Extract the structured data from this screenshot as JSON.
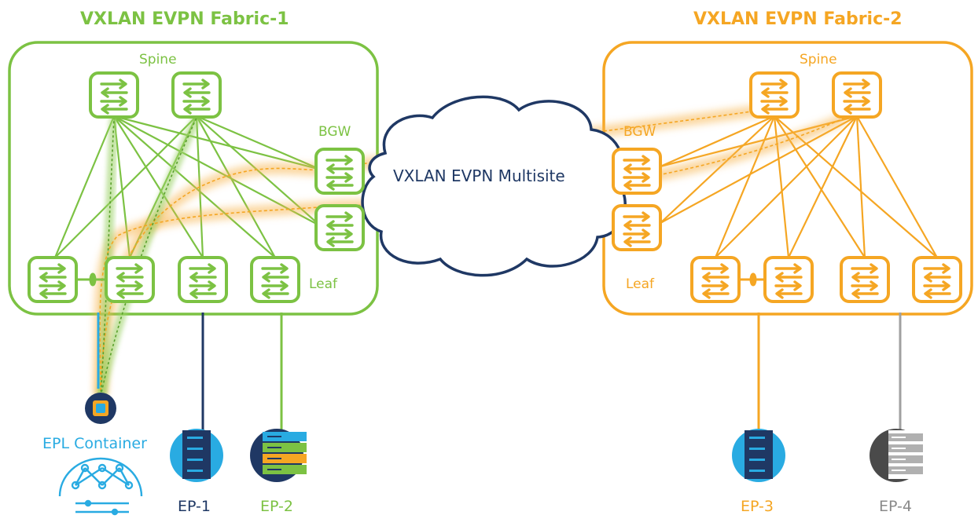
{
  "fabric1": {
    "title": "VXLAN EVPN Fabric-1",
    "spine_label": "Spine",
    "bgw_label": "BGW",
    "leaf_label": "Leaf",
    "color": "#7cc243"
  },
  "fabric2": {
    "title": "VXLAN EVPN Fabric-2",
    "spine_label": "Spine",
    "bgw_label": "BGW",
    "leaf_label": "Leaf",
    "color": "#f5a623"
  },
  "multisite": {
    "label": "VXLAN EVPN Multisite",
    "color": "#1f3864"
  },
  "container": {
    "label": "EPL Container",
    "color": "#29abe2"
  },
  "endpoints": [
    {
      "label": "EP-1",
      "color": "#1f3864",
      "icon": "server-icon"
    },
    {
      "label": "EP-2",
      "color": "#7cc243",
      "icon": "server-icon"
    },
    {
      "label": "EP-3",
      "color": "#f5a623",
      "icon": "server-icon"
    },
    {
      "label": "EP-4",
      "color": "#8a8a8a",
      "icon": "server-icon"
    }
  ]
}
